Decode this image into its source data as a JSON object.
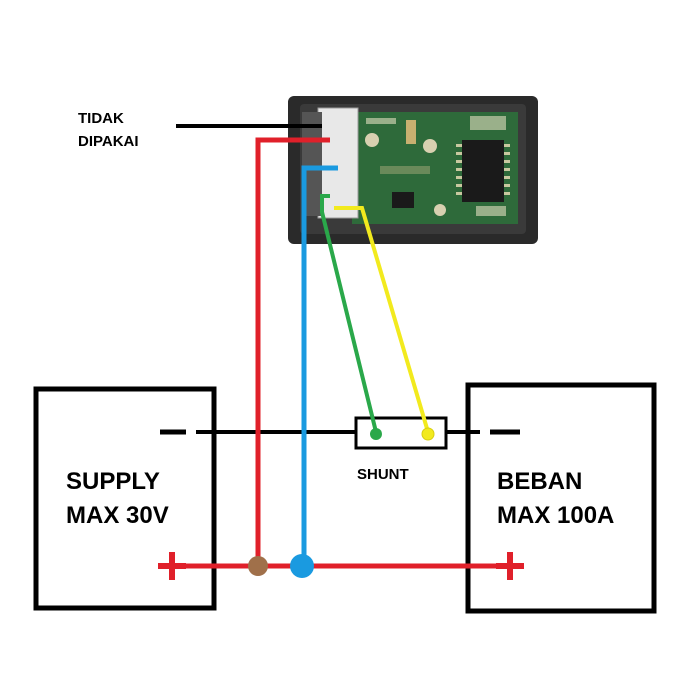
{
  "labels": {
    "unused_line1": "TIDAK",
    "unused_line2": "DIPAKAI",
    "supply_line1": "SUPPLY",
    "supply_line2": "MAX 30V",
    "load_line1": "BEBAN",
    "load_line2": "MAX 100A",
    "shunt": "SHUNT"
  },
  "wire_colors": {
    "black": "#000000",
    "red": "#e0202a",
    "blue": "#1a9ae0",
    "green": "#2aa84a",
    "yellow": "#f2ea1e",
    "junction_brown": "#a0704a"
  },
  "terminals": {
    "supply_positive": "+",
    "load_positive": "+"
  },
  "module": {
    "board_color": "#2e6a3a",
    "case_color": "#2a2a2a"
  }
}
